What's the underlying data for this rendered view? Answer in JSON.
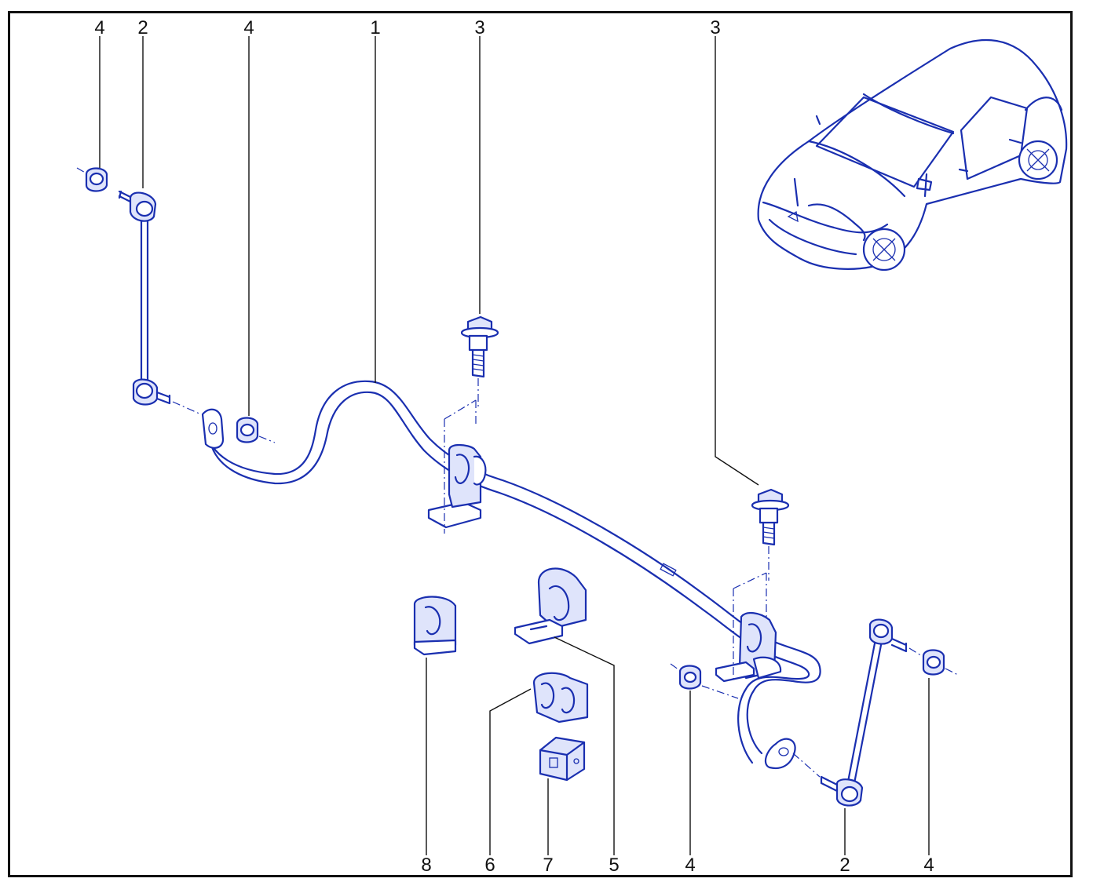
{
  "callouts": {
    "top_4a": "4",
    "top_2a": "2",
    "top_4b": "4",
    "top_1": "1",
    "top_3a": "3",
    "top_3b": "3",
    "bot_8": "8",
    "bot_6": "6",
    "bot_7": "7",
    "bot_5": "5",
    "bot_4a": "4",
    "bot_2": "2",
    "bot_4b": "4"
  },
  "colors": {
    "line_art": "#1a2fb0",
    "shading": "#dfe4fb",
    "leader": "#111111",
    "frame": "#111111"
  }
}
